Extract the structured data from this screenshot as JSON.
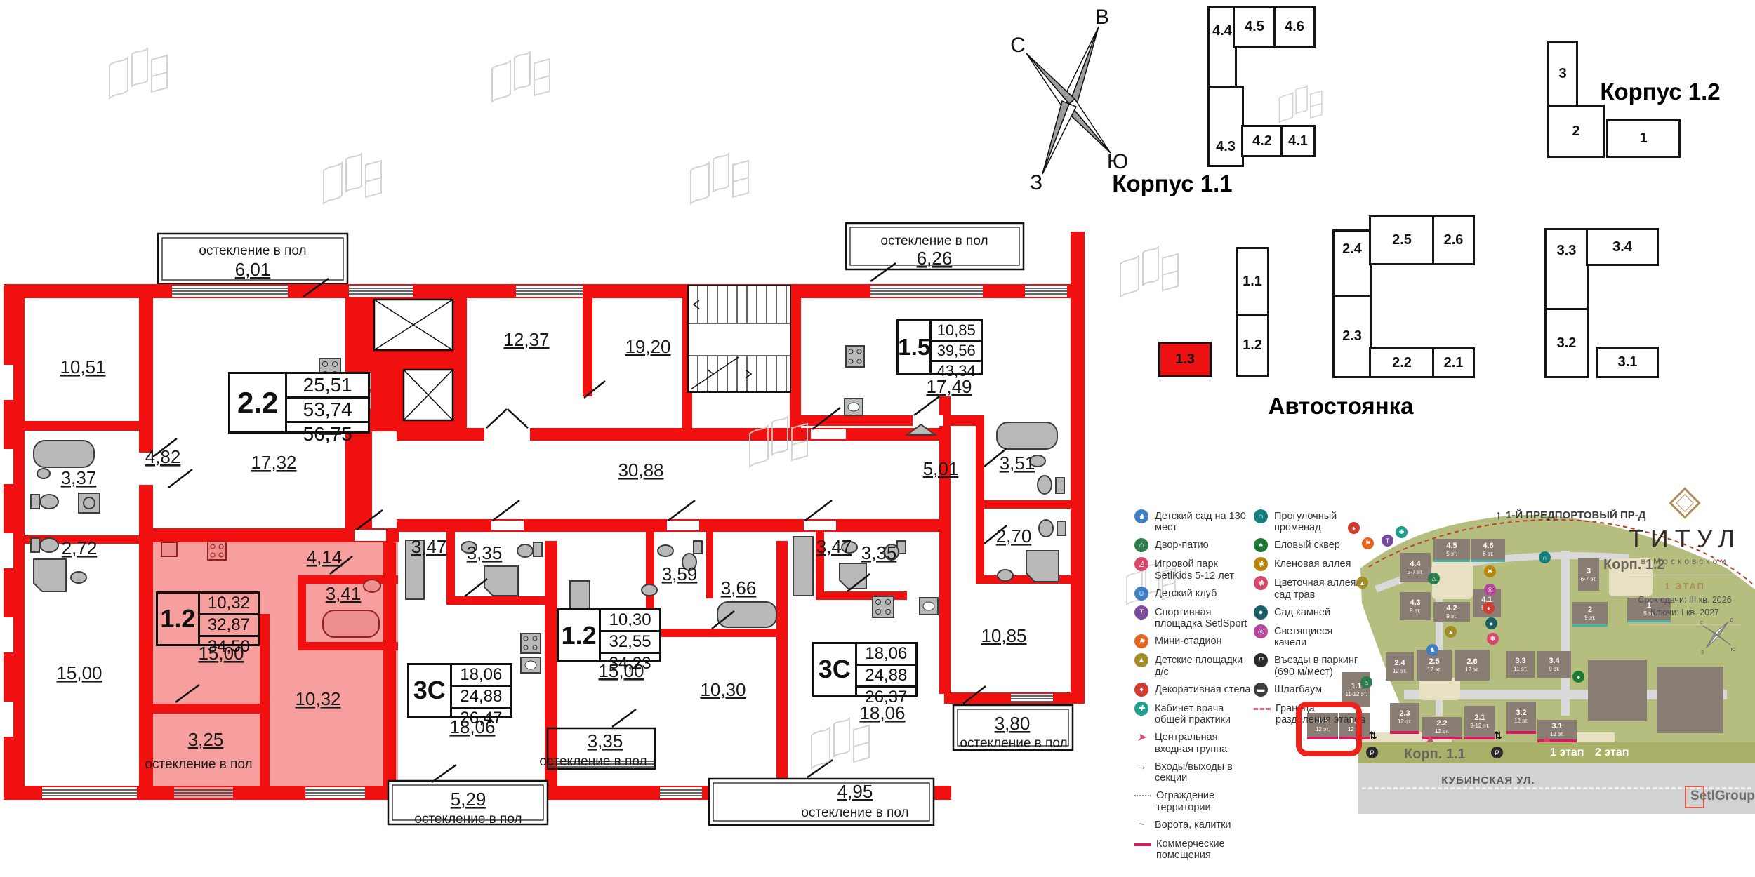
{
  "compass": {
    "n": "С",
    "e": "В",
    "s": "Ю",
    "w": "З"
  },
  "titles": {
    "k11": "Корпус 1.1",
    "k12": "Корпус 1.2",
    "parking": "Автостоянка"
  },
  "sections": {
    "k11": [
      "4.4",
      "4.5",
      "4.6",
      "4.3",
      "4.2",
      "4.1"
    ],
    "k12": [
      "3",
      "2",
      "1"
    ],
    "b1": [
      "1.1",
      "1.2",
      "1.3"
    ],
    "b2": [
      "2.4",
      "2.5",
      "2.6",
      "2.3",
      "2.2",
      "2.1"
    ],
    "b3": [
      "3.3",
      "3.4",
      "3.2",
      "3.1"
    ]
  },
  "floorplan": {
    "glazing": "остекление в пол",
    "units": [
      {
        "id": "2.2",
        "v1": "25,51",
        "v2": "53,74",
        "v3": "56,75"
      },
      {
        "id": "1.2",
        "v1": "10,32",
        "v2": "32,87",
        "v3": "34,50"
      },
      {
        "id": "3С",
        "v1": "18,06",
        "v2": "24,88",
        "v3": "26,47"
      },
      {
        "id": "1.2",
        "v1": "10,30",
        "v2": "32,55",
        "v3": "34,23"
      },
      {
        "id": "3С",
        "v1": "18,06",
        "v2": "24,88",
        "v3": "26,37"
      },
      {
        "id": "1.5",
        "v1": "10,85",
        "v2": "39,56",
        "v3": "43,34"
      }
    ],
    "rooms": [
      {
        "v": "10,51"
      },
      {
        "v": "3,37"
      },
      {
        "v": "2,72"
      },
      {
        "v": "15,00"
      },
      {
        "v": "4,82"
      },
      {
        "v": "17,32"
      },
      {
        "v": "15,00"
      },
      {
        "v": "4,14"
      },
      {
        "v": "3,41"
      },
      {
        "v": "10,32"
      },
      {
        "v": "3,25"
      },
      {
        "v": "12,37"
      },
      {
        "v": "19,20"
      },
      {
        "v": "30,88"
      },
      {
        "v": "3,47"
      },
      {
        "v": "3,35"
      },
      {
        "v": "18,06"
      },
      {
        "v": "5,29"
      },
      {
        "v": "15,00"
      },
      {
        "v": "3,59"
      },
      {
        "v": "3,66"
      },
      {
        "v": "10,30"
      },
      {
        "v": "3,35"
      },
      {
        "v": "3,47"
      },
      {
        "v": "3,35"
      },
      {
        "v": "18,06"
      },
      {
        "v": "4,95"
      },
      {
        "v": "17,49"
      },
      {
        "v": "5,01"
      },
      {
        "v": "3,51"
      },
      {
        "v": "2,70"
      },
      {
        "v": "10,85"
      },
      {
        "v": "3,80"
      },
      {
        "v": "6,01"
      },
      {
        "v": "6,26"
      }
    ]
  },
  "legend": {
    "col1": [
      {
        "label": "Детский сад на 130 мест",
        "color": "#3f7ec1",
        "glyph": "♞"
      },
      {
        "label": "Двор-патио",
        "color": "#2e7d4f",
        "glyph": "⌂"
      },
      {
        "label": "Игровой парк SetlKids 5-12 лет",
        "color": "#d6476b",
        "glyph": "♙"
      },
      {
        "label": "Детский клуб",
        "color": "#3f7ec1",
        "glyph": "☺"
      },
      {
        "label": "Спортивная площадка SetlSport",
        "color": "#7a4b9d",
        "glyph": "T"
      },
      {
        "label": "Мини-стадион",
        "color": "#e2641f",
        "glyph": "⚑"
      },
      {
        "label": "Детские площадки д/с",
        "color": "#a08c28",
        "glyph": "▲"
      },
      {
        "label": "Декоративная стела",
        "color": "#d23b2e",
        "glyph": "♦"
      },
      {
        "label": "Кабинет врача общей практики",
        "color": "#1f9e8e",
        "glyph": "✚"
      },
      {
        "label": "Центральная входная группа",
        "color": "#d6476b",
        "glyph": "➤"
      },
      {
        "label": "Входы/выходы в секции",
        "color": "#222222",
        "glyph": "→"
      },
      {
        "label": "Ограждение территории",
        "color": "#888888",
        "glyph": ""
      },
      {
        "label": "Ворота, калитки",
        "color": "#444444",
        "glyph": "~"
      },
      {
        "label": "Коммерческие помещения",
        "color": "#d81b60",
        "glyph": ""
      }
    ],
    "col2": [
      {
        "label": "Прогулочный променад",
        "color": "#157f7f",
        "glyph": "∩"
      },
      {
        "label": "Еловый сквер",
        "color": "#1d7a33",
        "glyph": "♠"
      },
      {
        "label": "Кленовая аллея",
        "color": "#b8860b",
        "glyph": "✱"
      },
      {
        "label": "Цветочная аллея/ сад трав",
        "color": "#d6476b",
        "glyph": "✽"
      },
      {
        "label": "Сад камней",
        "color": "#1b5e66",
        "glyph": "●"
      },
      {
        "label": "Светящиеся качели",
        "color": "#b5459c",
        "glyph": "◎"
      },
      {
        "label": "Въезды в паркинг (690 м/мест)",
        "color": "#2b2b2b",
        "glyph": "P"
      },
      {
        "label": "Шлагбаум",
        "color": "#3d3d3d",
        "glyph": "▬"
      },
      {
        "label": "Граница разделения этапов",
        "color": "#e0638c",
        "glyph": ""
      }
    ]
  },
  "map": {
    "street_top": "1-Й ПРЕДПОРТОВЫЙ ПР-Д",
    "street_bottom": "КУБИНСКАЯ УЛ.",
    "korp11": "Корп. 1.1",
    "korp12": "Корп. 1.2",
    "stage1": "1 этап",
    "stage2": "2 этап",
    "logo": "SetlGroup",
    "brand": {
      "name": "ТИТУЛ",
      "sub": "в Московском",
      "stage": "1 ЭТАП",
      "line1": "Срок сдачи: III кв. 2026",
      "line2": "Ключи: I кв. 2027"
    },
    "buildings": [
      {
        "label": "4.4",
        "floors": "5-7 эт."
      },
      {
        "label": "4.5",
        "floors": "5 эт."
      },
      {
        "label": "4.6",
        "floors": "6 эт."
      },
      {
        "label": "4.3",
        "floors": "9 эт."
      },
      {
        "label": "4.2",
        "floors": "9 эт."
      },
      {
        "label": "4.1",
        "floors": "9 эт."
      },
      {
        "label": "3",
        "floors": "6-7 эт."
      },
      {
        "label": "2",
        "floors": "9 эт."
      },
      {
        "label": "1",
        "floors": "5 эт."
      },
      {
        "label": "1.1",
        "floors": "11-12 эт."
      },
      {
        "label": "1.2",
        "floors": "12 эт."
      },
      {
        "label": "1.3",
        "floors": "12 эт."
      },
      {
        "label": "2.4",
        "floors": "12 эт."
      },
      {
        "label": "2.5",
        "floors": "12 эт."
      },
      {
        "label": "2.6",
        "floors": "12 эт."
      },
      {
        "label": "2.3",
        "floors": "12 эт."
      },
      {
        "label": "2.2",
        "floors": "12 эт."
      },
      {
        "label": "2.1",
        "floors": "9-12 эт."
      },
      {
        "label": "3.3",
        "floors": "11 эт."
      },
      {
        "label": "3.4",
        "floors": "9 эт."
      },
      {
        "label": "3.2",
        "floors": "12 эт."
      },
      {
        "label": "3.1",
        "floors": "12 эт."
      }
    ]
  }
}
